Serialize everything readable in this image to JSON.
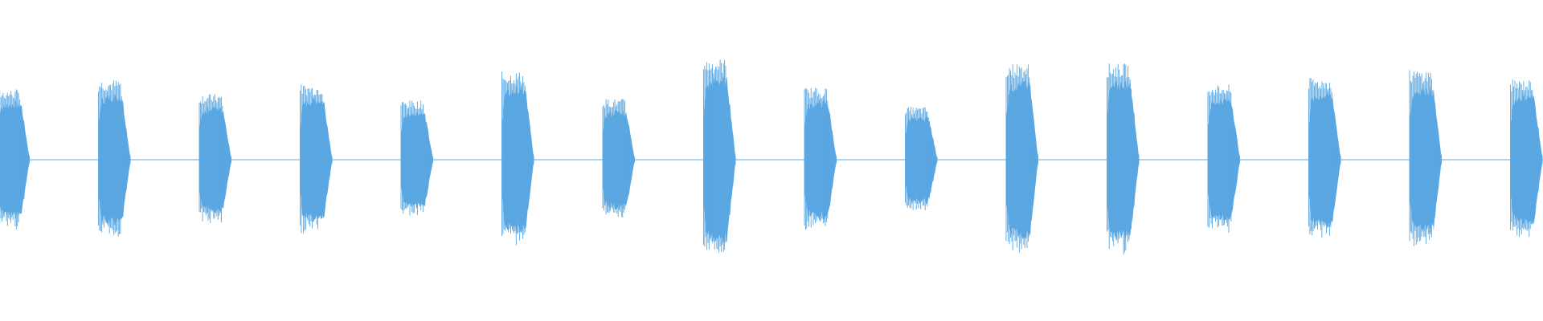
{
  "waveform": {
    "color": "#5aa7e2",
    "bursts": [
      {
        "peak": 0.44
      },
      {
        "peak": 0.5
      },
      {
        "peak": 0.41
      },
      {
        "peak": 0.47
      },
      {
        "peak": 0.37
      },
      {
        "peak": 0.55
      },
      {
        "peak": 0.38
      },
      {
        "peak": 0.63
      },
      {
        "peak": 0.45
      },
      {
        "peak": 0.33
      },
      {
        "peak": 0.6
      },
      {
        "peak": 0.6
      },
      {
        "peak": 0.47
      },
      {
        "peak": 0.51
      },
      {
        "peak": 0.56
      },
      {
        "peak": 0.5
      }
    ]
  }
}
